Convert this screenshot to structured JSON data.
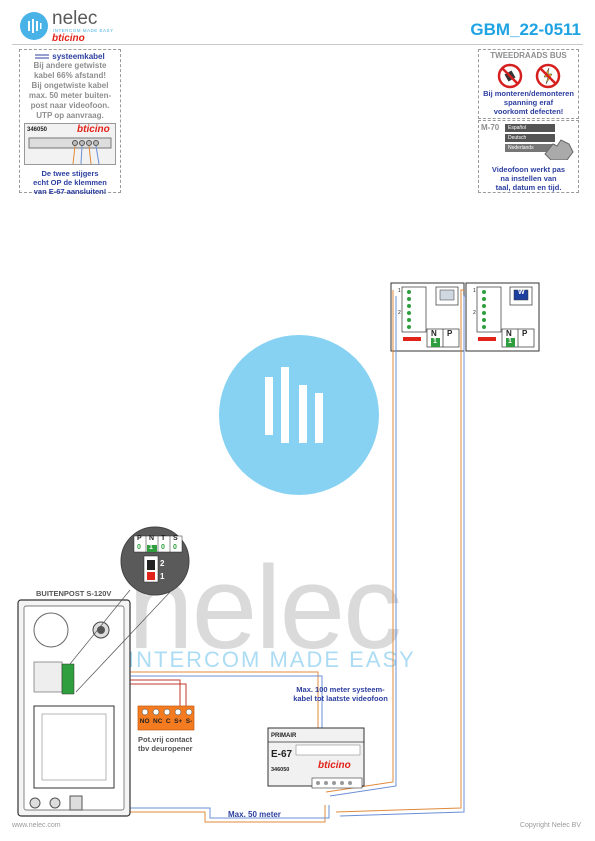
{
  "header": {
    "brand": "nelec",
    "tagline": "INTERCOM MADE EASY",
    "partner": "bticino",
    "doc_code": "GBM_22-0511"
  },
  "left_note": {
    "title": "systeemkabel",
    "lines": [
      "Bij andere getwiste",
      "kabel 66% afstand!",
      "Bij ongetwiste kabel",
      "max. 50 meter buiten-",
      "post naar videofoon.",
      "UTP op aanvraag."
    ],
    "device_code": "346050",
    "device_brand": "bticino",
    "caption": [
      "De twee stijgers",
      "echt OP de klemmen",
      "van E-67 aansluiten!"
    ]
  },
  "right_note_top": {
    "title": "TWEEDRAADS BUS",
    "warning": [
      "Bij monteren/demonteren",
      "spanning eraf",
      "voorkomt defecten!"
    ]
  },
  "right_note_bottom": {
    "label": "M-70",
    "languages": [
      "Español",
      "Deutsch",
      "Nederlands"
    ],
    "caption": [
      "Videofoon werkt pas",
      "na instellen van",
      "taal, datum en tijd."
    ]
  },
  "monitor_left": {
    "terminals": [
      "1",
      "2"
    ],
    "switch_n": "N",
    "switch_p": "P",
    "value": "1"
  },
  "monitor_right": {
    "screen_label": "W",
    "terminals": [
      "1",
      "2"
    ],
    "switch_n": "N",
    "switch_p": "P",
    "value": "1"
  },
  "dip_detail": {
    "cols": [
      "P",
      "N",
      "T",
      "S"
    ],
    "vals": [
      "0",
      "1",
      "0",
      "0"
    ],
    "sw_top": "2",
    "sw_bot": "1"
  },
  "outdoor": {
    "title": "BUITENPOST S-120V"
  },
  "relay": {
    "terminals": [
      "NO",
      "NC",
      "C",
      "S+",
      "S-"
    ],
    "caption": [
      "Pot.vrij contact",
      "tbv deuropener"
    ]
  },
  "power": {
    "primair": "PRIMAIR",
    "model": "E-67",
    "code": "346050",
    "brand": "bticino"
  },
  "cable_notes": {
    "long": [
      "Max. 100 meter systeem-",
      "kabel tot laatste videofoon"
    ],
    "short": "Max. 50 meter"
  },
  "watermark": {
    "brand": "nelec",
    "tagline": "INTERCOM MADE EASY"
  },
  "footer": {
    "left": "www.nelec.com",
    "right": "Copyright Nelec BV"
  },
  "colors": {
    "accent": "#1fa3e3",
    "note_blue": "#2d3fa0",
    "relay_orange": "#f47b20",
    "terminal_green": "#2e9e3e",
    "wire_orange": "#e08a3a",
    "wire_blue": "#6b8fd6",
    "wire_red": "#c0392b"
  }
}
